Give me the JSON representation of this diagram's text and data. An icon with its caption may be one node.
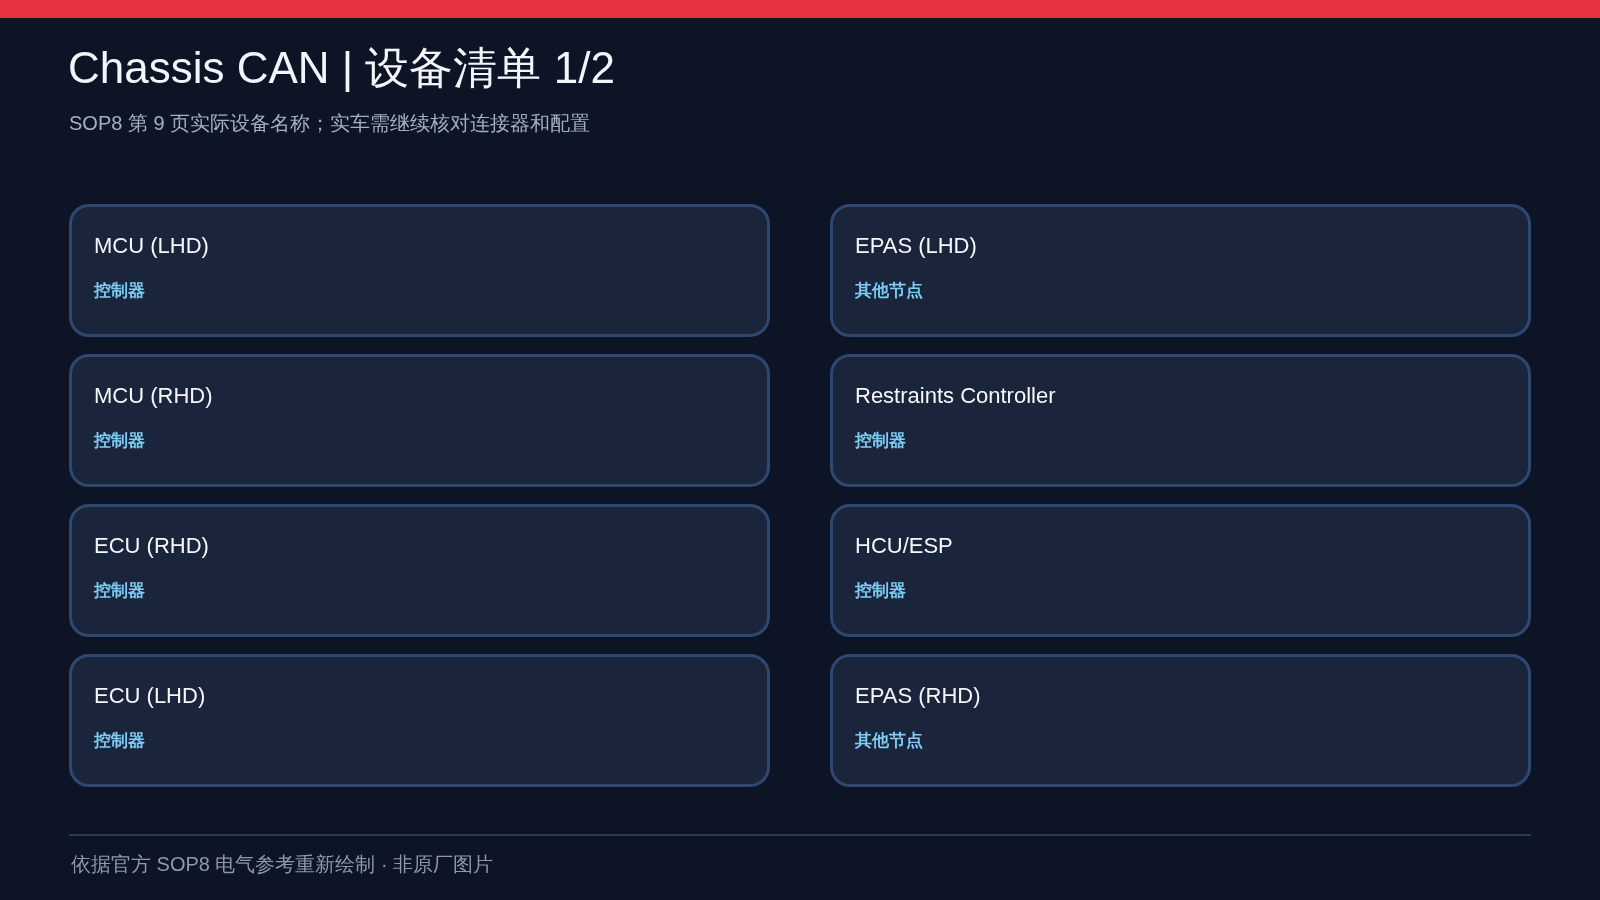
{
  "diagram": {
    "title": "Chassis CAN | 设备清单 1/2",
    "nodes": [
      {
        "text": [
          "MCU (LHD)",
          "控制器"
        ]
      },
      {
        "text": [
          "EPAS (LHD)",
          "其他节点"
        ]
      },
      {
        "text": [
          "MCU (RHD)",
          "控制器"
        ]
      },
      {
        "text": [
          "Restraints Controller",
          "控制器"
        ]
      },
      {
        "text": [
          "ECU (RHD)",
          "控制器"
        ]
      },
      {
        "text": [
          "HCU/ESP",
          "控制器"
        ]
      },
      {
        "text": [
          "ECU (LHD)",
          "控制器"
        ]
      },
      {
        "text": [
          "EPAS (RHD)",
          "其他节点"
        ]
      }
    ],
    "edges": [],
    "labels": [
      "SOP8 第 9 页实际设备名称；实车需继续核对连接器和配置",
      "依据官方 SOP8 电气参考重新绘制 · 非原厂图片"
    ]
  }
}
